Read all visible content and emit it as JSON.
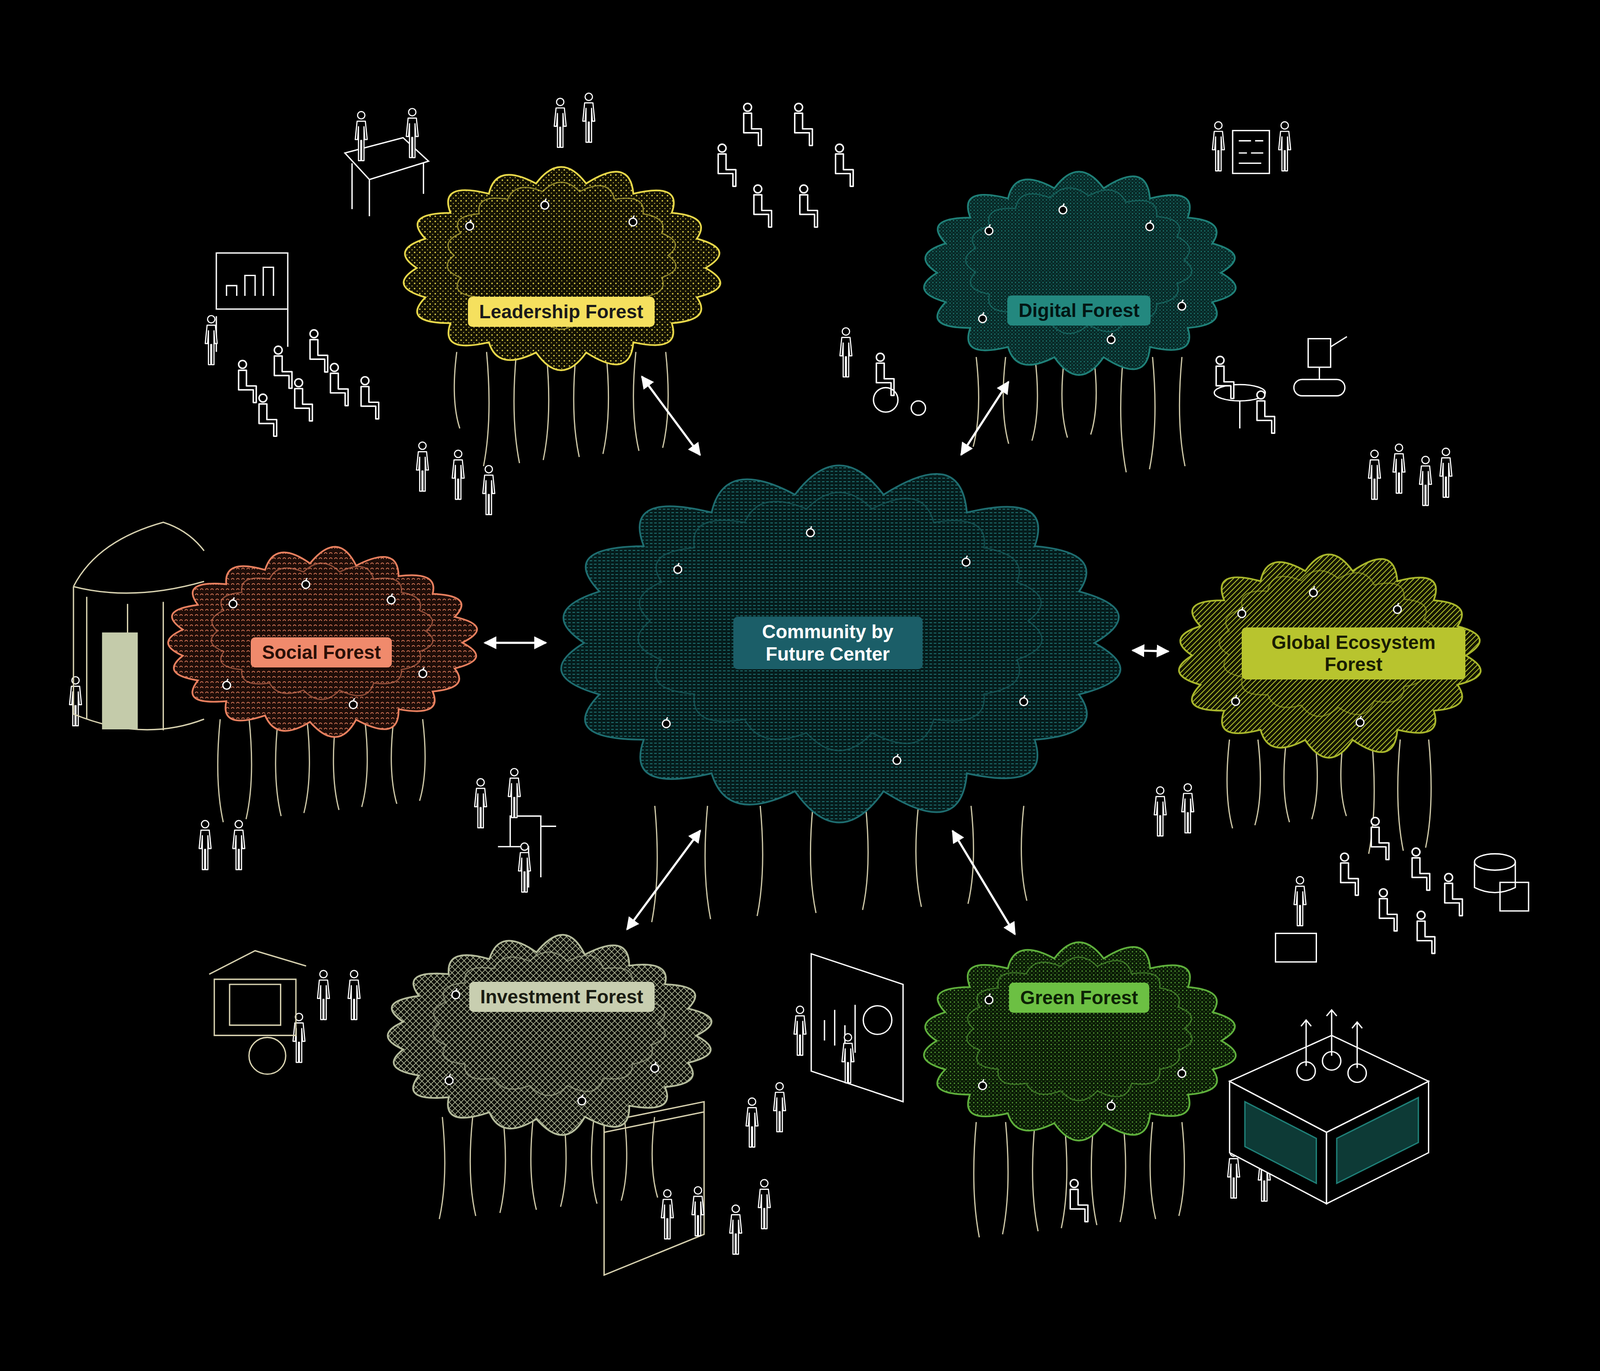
{
  "diagram": {
    "nodes": [
      {
        "text": [
          "Leadership Forest"
        ]
      },
      {
        "text": [
          "Digital Forest"
        ]
      },
      {
        "text": [
          "Social Forest"
        ]
      },
      {
        "text": [
          "Community by Future Center"
        ]
      },
      {
        "text": [
          "Global Ecosystem Forest"
        ]
      },
      {
        "text": [
          "Investment Forest"
        ]
      },
      {
        "text": [
          "Green Forest"
        ]
      }
    ],
    "edges": [
      {
        "from": 3,
        "to": 0,
        "arrow": "both"
      },
      {
        "from": 3,
        "to": 1,
        "arrow": "both"
      },
      {
        "from": 3,
        "to": 2,
        "arrow": "both"
      },
      {
        "from": 3,
        "to": 4,
        "arrow": "both"
      },
      {
        "from": 3,
        "to": 5,
        "arrow": "both"
      },
      {
        "from": 3,
        "to": 6,
        "arrow": "both"
      }
    ]
  }
}
